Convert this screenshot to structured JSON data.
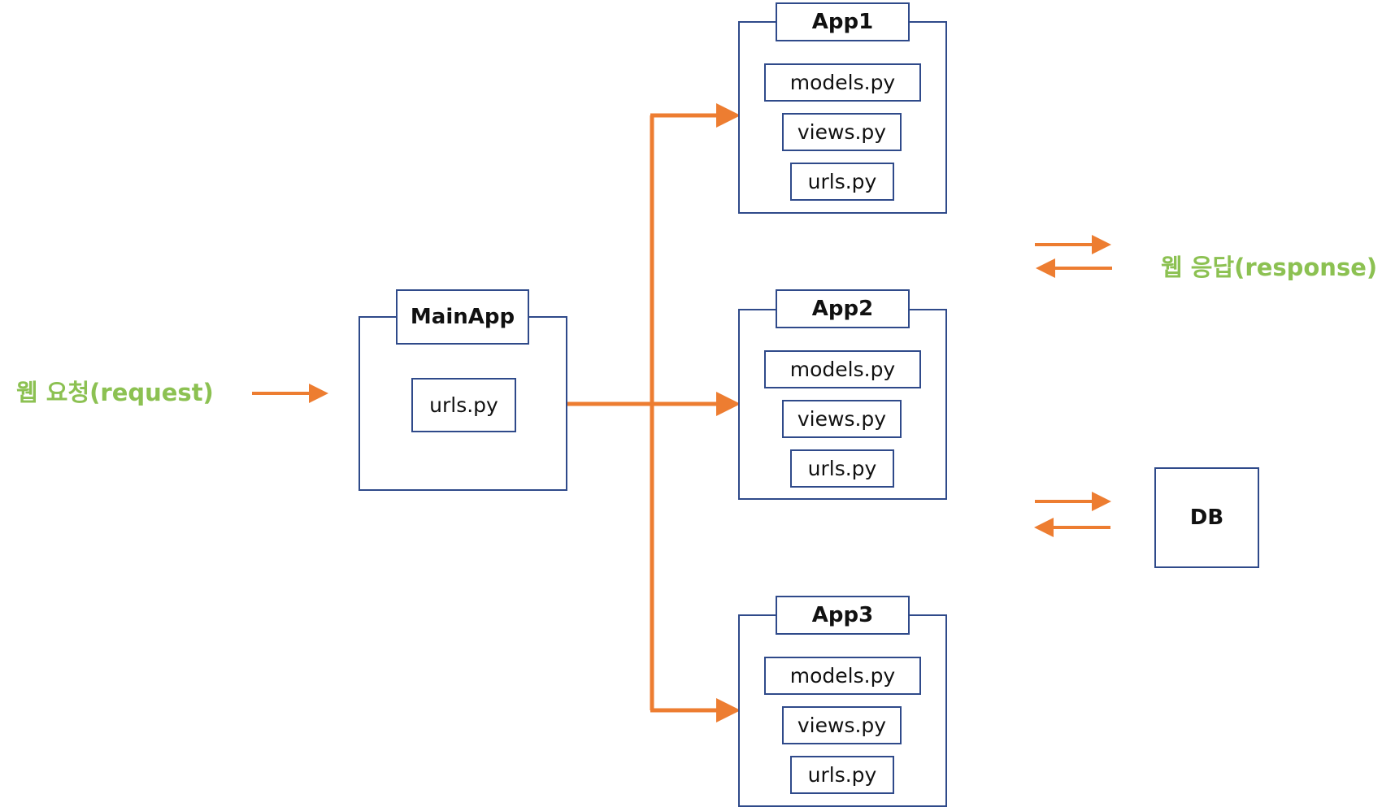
{
  "request_label": "웹 요청(request)",
  "response_label": "웹 응답(response)",
  "main_app": {
    "title": "MainApp",
    "file": "urls.py"
  },
  "apps": [
    {
      "title": "App1",
      "files": [
        "models.py",
        "views.py",
        "urls.py"
      ]
    },
    {
      "title": "App2",
      "files": [
        "models.py",
        "views.py",
        "urls.py"
      ]
    },
    {
      "title": "App3",
      "files": [
        "models.py",
        "views.py",
        "urls.py"
      ]
    }
  ],
  "db_label": "DB",
  "colors": {
    "arrow": "#ed7d31",
    "border": "#2f4a8a",
    "accent_text": "#8cc152"
  }
}
